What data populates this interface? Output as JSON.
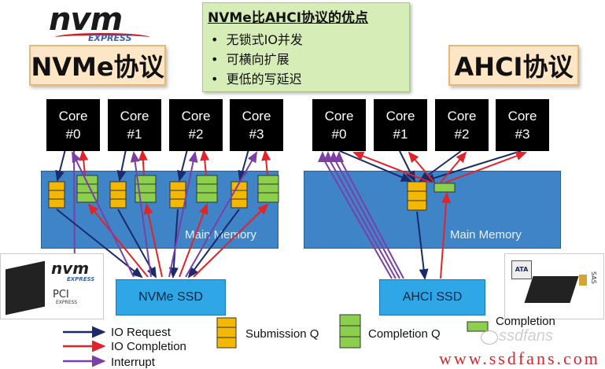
{
  "logo": {
    "brand": "nvm",
    "sub": "EXPRESS"
  },
  "left_title": "NVMe协议",
  "right_title": "AHCI协议",
  "advantages": {
    "title": "NVMe比AHCI协议的优点",
    "items": [
      "无锁式IO并发",
      "可横向扩展",
      "更低的写延迟"
    ]
  },
  "nvme_cores": [
    {
      "name": "Core",
      "num": "#0"
    },
    {
      "name": "Core",
      "num": "#1"
    },
    {
      "name": "Core",
      "num": "#2"
    },
    {
      "name": "Core",
      "num": "#3"
    }
  ],
  "ahci_cores": [
    {
      "name": "Core",
      "num": "#0"
    },
    {
      "name": "Core",
      "num": "#1"
    },
    {
      "name": "Core",
      "num": "#2"
    },
    {
      "name": "Core",
      "num": "#3"
    }
  ],
  "memory_label": "Main Memory",
  "nvme_ssd_label": "NVMe SSD",
  "ahci_ssd_label": "AHCI SSD",
  "product_left": {
    "brand": "nvm",
    "sub": "EXPRESS",
    "bus": "PCI",
    "bus_sub": "EXPRESS"
  },
  "product_right": {
    "tag": "ATA",
    "bus": "SAS"
  },
  "legend": {
    "io_request": "IO Request",
    "io_completion": "IO Completion",
    "interrupt": "Interrupt",
    "submission_q": "Submission Q",
    "completion_q": "Completion Q",
    "completion": "Completion"
  },
  "watermark": "www.ssdfans.com",
  "wechat_mark": "ssdfans",
  "colors": {
    "io_request": "#1b2a6b",
    "io_completion": "#e0242a",
    "interrupt": "#7b3fa8",
    "submission_q": "#f5b800",
    "completion_q": "#8ccf4d",
    "memory": "#3f84c6",
    "ssd": "#2fa6e6"
  }
}
